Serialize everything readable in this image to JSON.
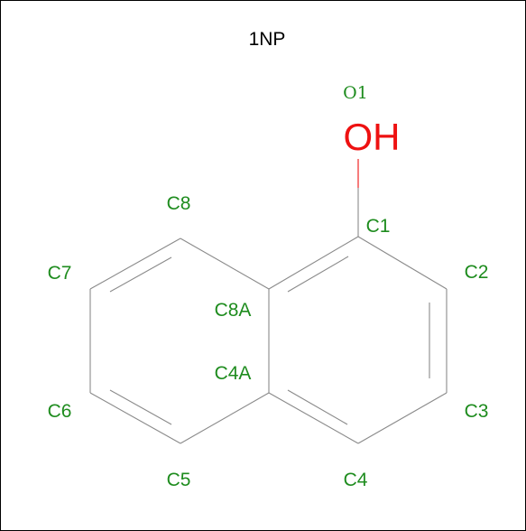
{
  "title": "1NP",
  "hydroxyl": "OH",
  "colors": {
    "atom_label": "#1e8c1e",
    "oxygen": "#ee1111",
    "bond": "#8a8a8a",
    "title": "#000000",
    "border": "#000000"
  },
  "atoms": {
    "o1": "O1",
    "c1": "C1",
    "c2": "C2",
    "c3": "C3",
    "c4": "C4",
    "c4a": "C4A",
    "c5": "C5",
    "c6": "C6",
    "c7": "C7",
    "c8": "C8",
    "c8a": "C8A"
  }
}
